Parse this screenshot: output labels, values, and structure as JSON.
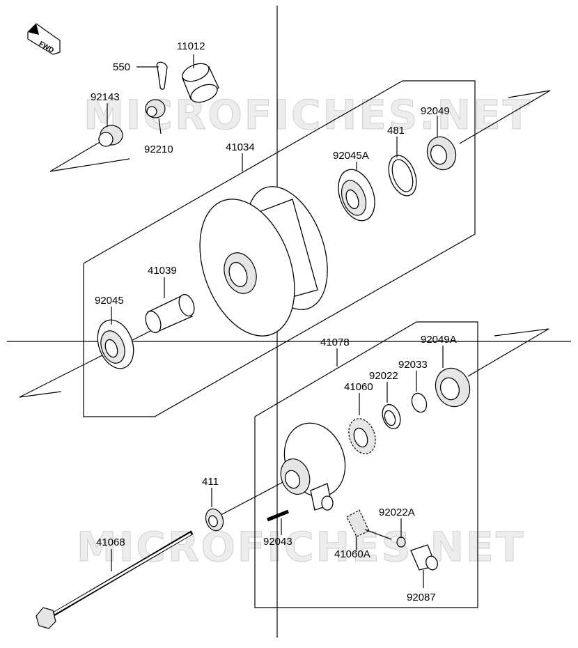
{
  "watermark": "MICROFICHES.NET",
  "fwd_label": "FWD",
  "parts": {
    "p11012": "11012",
    "p550": "550",
    "p92143": "92143",
    "p92210": "92210",
    "p41034": "41034",
    "p92045A": "92045A",
    "p481": "481",
    "p92049": "92049",
    "p41039": "41039",
    "p92045": "92045",
    "p41078": "41078",
    "p92049A": "92049A",
    "p92022": "92022",
    "p92033": "92033",
    "p41060": "41060",
    "p411": "411",
    "p92043": "92043",
    "p92022A": "92022A",
    "p41068": "41068",
    "p41060A": "41060A",
    "p92087": "92087"
  }
}
